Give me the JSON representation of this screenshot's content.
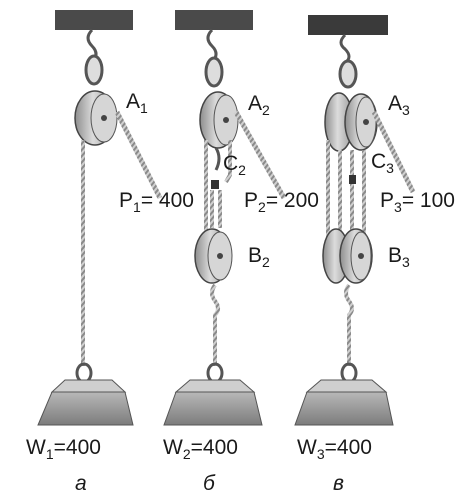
{
  "colors": {
    "ceiling": "#4a4a4a",
    "sheave": "#b9b9b9",
    "rope": "#7a7a7a",
    "weight": "#9c9c9c",
    "ink": "#1a1a1a"
  },
  "icons": [
    "ceiling-beam",
    "hook",
    "pulley-sheave",
    "rope",
    "weight-block"
  ],
  "panels": [
    {
      "pulley_top": {
        "letter": "A",
        "sub": "1"
      },
      "force": {
        "letter": "P",
        "sub": "1",
        "value": "= 400"
      },
      "weight": {
        "letter": "W",
        "sub": "1",
        "value": "=400"
      },
      "caption": "а"
    },
    {
      "pulley_top": {
        "letter": "A",
        "sub": "2"
      },
      "connector": {
        "letter": "C",
        "sub": "2"
      },
      "pulley_bottom": {
        "letter": "B",
        "sub": "2"
      },
      "force": {
        "letter": "P",
        "sub": "2",
        "value": "= 200"
      },
      "weight": {
        "letter": "W",
        "sub": "2",
        "value": "=400"
      },
      "caption": "б"
    },
    {
      "pulley_top": {
        "letter": "A",
        "sub": "3"
      },
      "connector": {
        "letter": "C",
        "sub": "3"
      },
      "pulley_bottom": {
        "letter": "B",
        "sub": "3"
      },
      "force": {
        "letter": "P",
        "sub": "3",
        "value": "= 100"
      },
      "weight": {
        "letter": "W",
        "sub": "3",
        "value": "=400"
      },
      "caption": "в"
    }
  ]
}
